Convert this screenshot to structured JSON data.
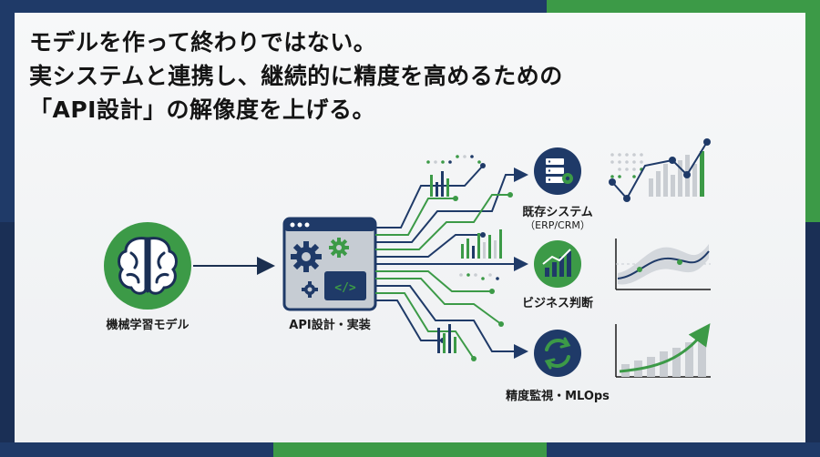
{
  "headline": {
    "line1": "モデルを作って終わりではない。",
    "line2": "実システムと連携し、継続的に精度を高めるための",
    "line3": "「API設計」の解像度を上げる。"
  },
  "nodes": {
    "model": {
      "label": "機械学習モデル",
      "icon": "brain-icon"
    },
    "api": {
      "label": "API設計・実装",
      "icon": "gear-code-window-icon"
    },
    "systems": {
      "label": "既存システム",
      "sublabel": "（ERP/CRM）",
      "icon": "server-gear-icon"
    },
    "business": {
      "label": "ビジネス判断",
      "icon": "bar-chart-up-icon"
    },
    "monitoring": {
      "label": "精度監視・MLOps",
      "icon": "refresh-cycle-icon"
    }
  },
  "colors": {
    "navy": "#1f3a68",
    "green": "#3c9a47",
    "gray": "#c9cdd2",
    "dark": "#1b1b1b"
  }
}
